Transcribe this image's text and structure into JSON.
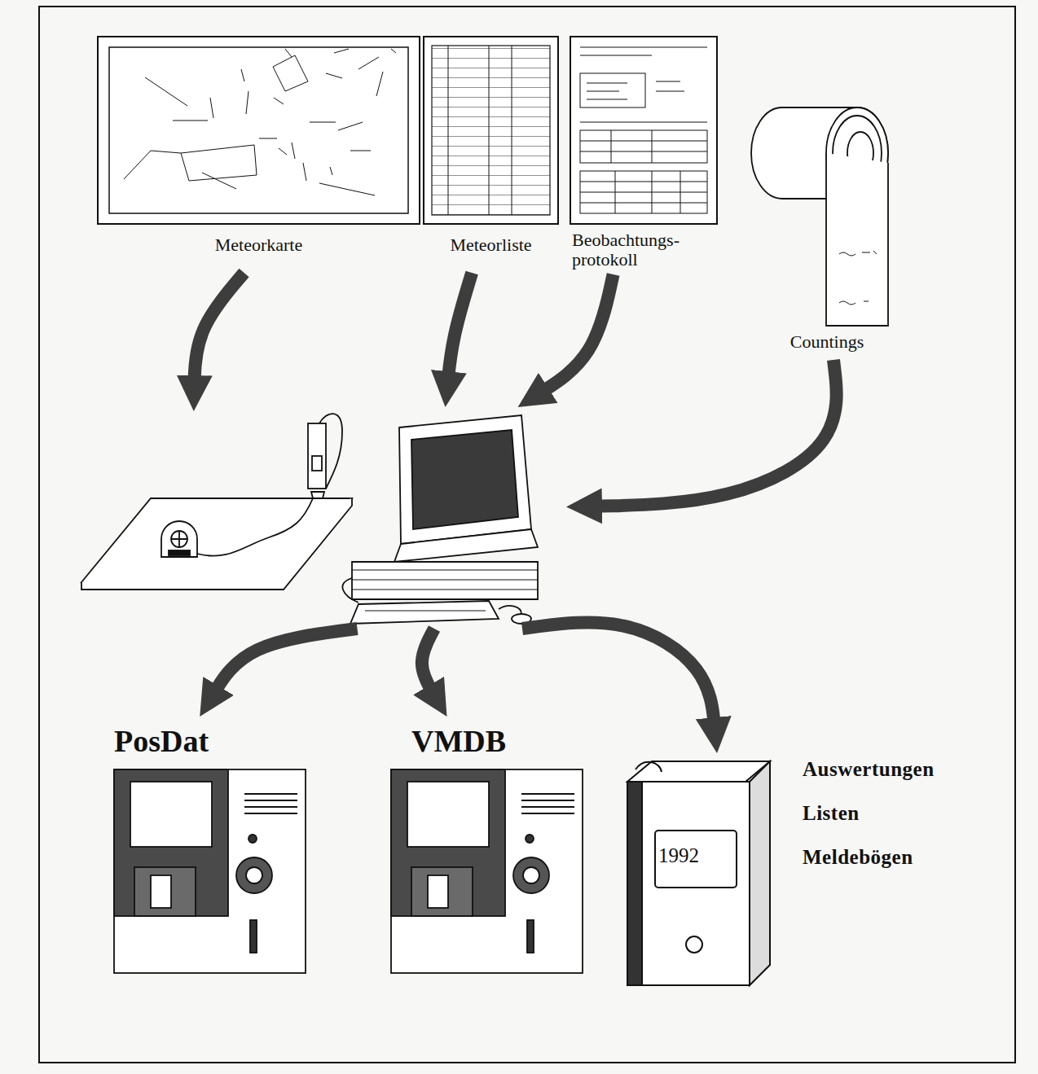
{
  "diagram": {
    "nodes": [
      {
        "text": [
          "Meteorkarte"
        ]
      },
      {
        "text": [
          "Meteorliste"
        ]
      },
      {
        "text": [
          "Beobachtungs-protokoll"
        ]
      },
      {
        "text": [
          "Countings"
        ]
      },
      {
        "text": []
      },
      {
        "text": []
      },
      {
        "text": [
          "PosDat"
        ]
      },
      {
        "text": [
          "VMDB"
        ]
      },
      {
        "text": [
          "1992",
          "Auswertungen",
          "Listen",
          "Meldebögen"
        ]
      }
    ],
    "edges": [
      {
        "from": 0,
        "to": 4,
        "arrow": "to"
      },
      {
        "from": 1,
        "to": 5,
        "arrow": "to"
      },
      {
        "from": 2,
        "to": 5,
        "arrow": "to"
      },
      {
        "from": 3,
        "to": 5,
        "arrow": "to"
      },
      {
        "from": 5,
        "to": 6,
        "arrow": "to"
      },
      {
        "from": 5,
        "to": 7,
        "arrow": "to"
      },
      {
        "from": 5,
        "to": 8,
        "arrow": "to"
      }
    ]
  }
}
